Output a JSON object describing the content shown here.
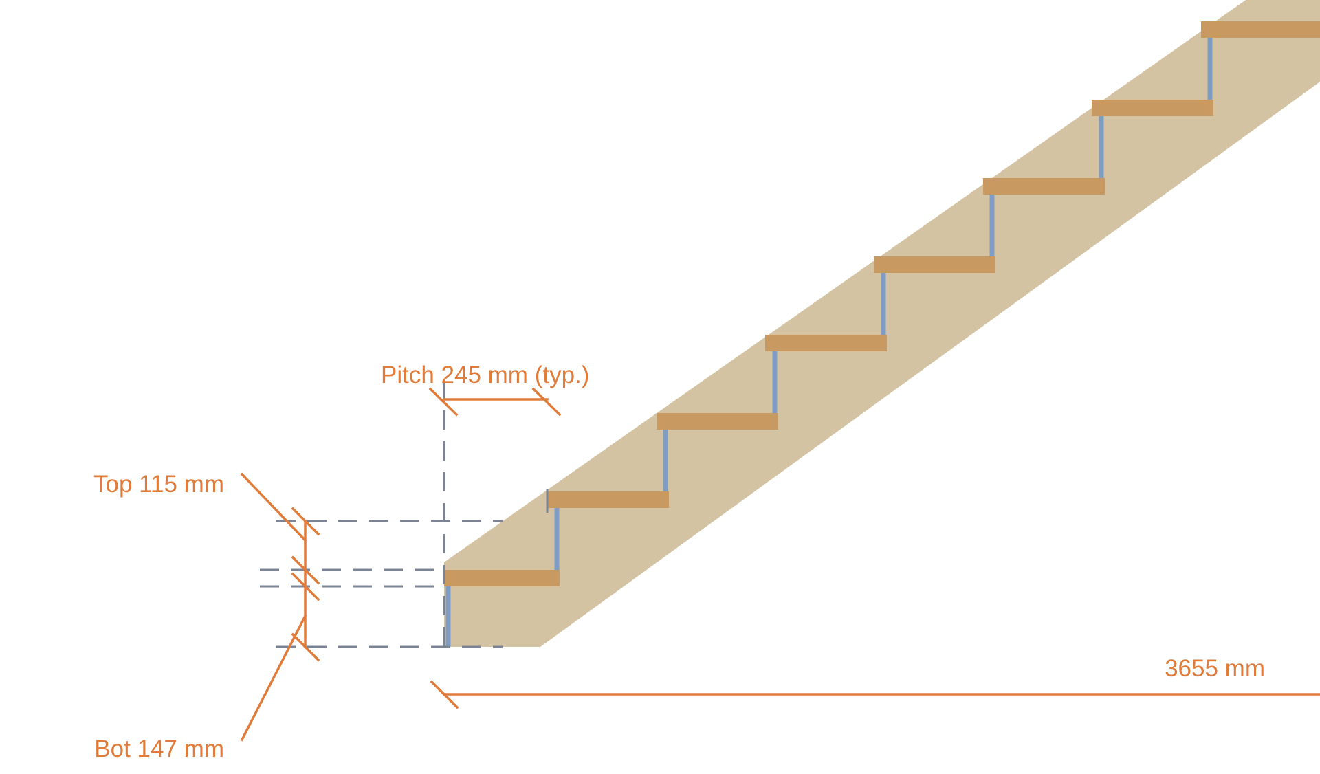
{
  "labels": {
    "pitch": "Pitch 245 mm (typ.)",
    "top_offset": "Top 115 mm",
    "bottom_offset": "Bot 147 mm",
    "total_run": "3655 mm"
  },
  "colors": {
    "stringer": "#d4c3a3",
    "tread": "#c89a62",
    "riser": "#7f9cc4",
    "dimension": "#e07b39",
    "guide": "#7b8494",
    "background": "#ffffff"
  }
}
